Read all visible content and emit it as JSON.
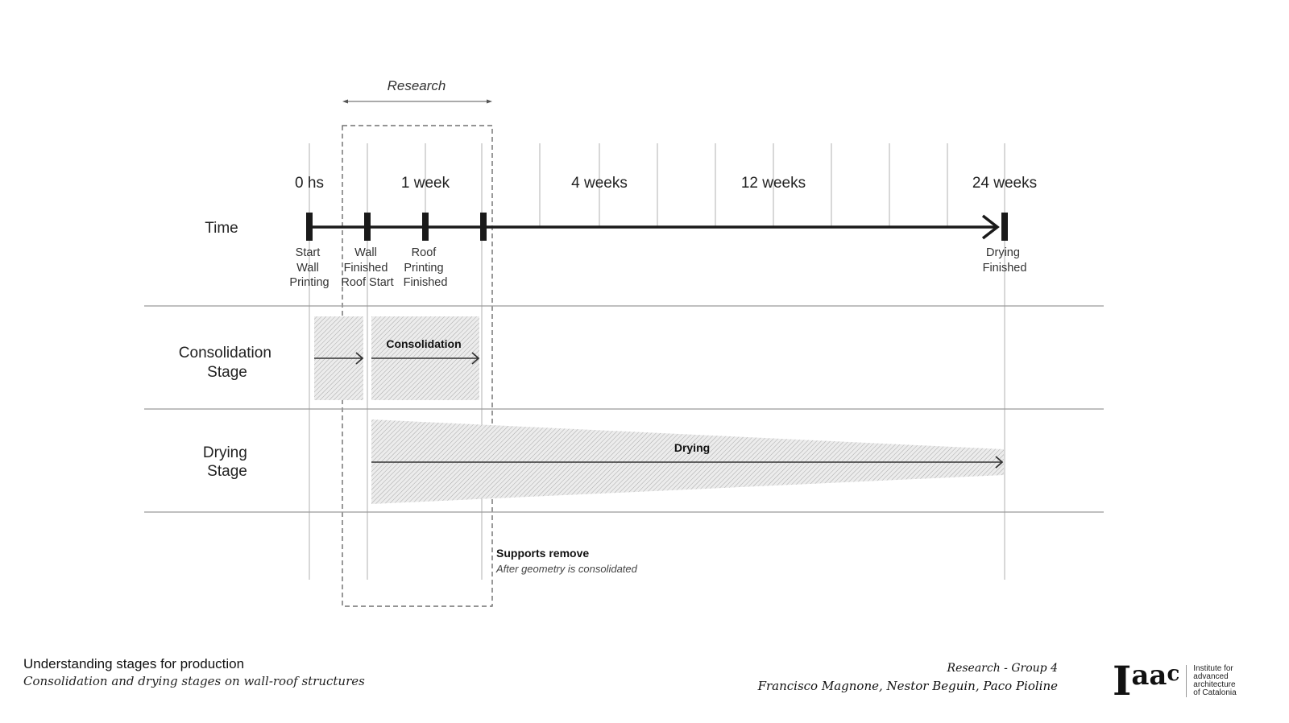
{
  "research_label": "Research",
  "time_row_label": "Time",
  "time_headers": [
    "0 hs",
    "1 week",
    "4 weeks",
    "12 weeks",
    "24 weeks"
  ],
  "milestones": [
    {
      "label": [
        "Start",
        "Wall",
        "Printing"
      ]
    },
    {
      "label": [
        "Wall",
        "Finished",
        "Roof Start"
      ]
    },
    {
      "label": [
        "Roof",
        "Printing",
        "Finished"
      ]
    },
    {
      "label": []
    },
    {
      "label": [
        "Drying",
        "Finished"
      ]
    }
  ],
  "stages": [
    {
      "label": [
        "Consolidation",
        "Stage"
      ],
      "bar_label": "Consolidation"
    },
    {
      "label": [
        "Drying",
        "Stage"
      ],
      "bar_label": "Drying"
    }
  ],
  "note": {
    "title": "Supports remove",
    "subtitle": "After geometry is consolidated"
  },
  "footer": {
    "title": "Understanding stages for production",
    "subtitle": "Consolidation and drying stages on wall-roof structures",
    "group": "Research - Group 4",
    "authors": "Francisco Magnone, Nestor Beguin, Paco Pioline",
    "logo_mark_I": "I",
    "logo_mark_aa": "aa",
    "logo_mark_c": "c",
    "logo_text": [
      "Institute for",
      "advanced",
      "architecture",
      "of Catalonia"
    ]
  }
}
